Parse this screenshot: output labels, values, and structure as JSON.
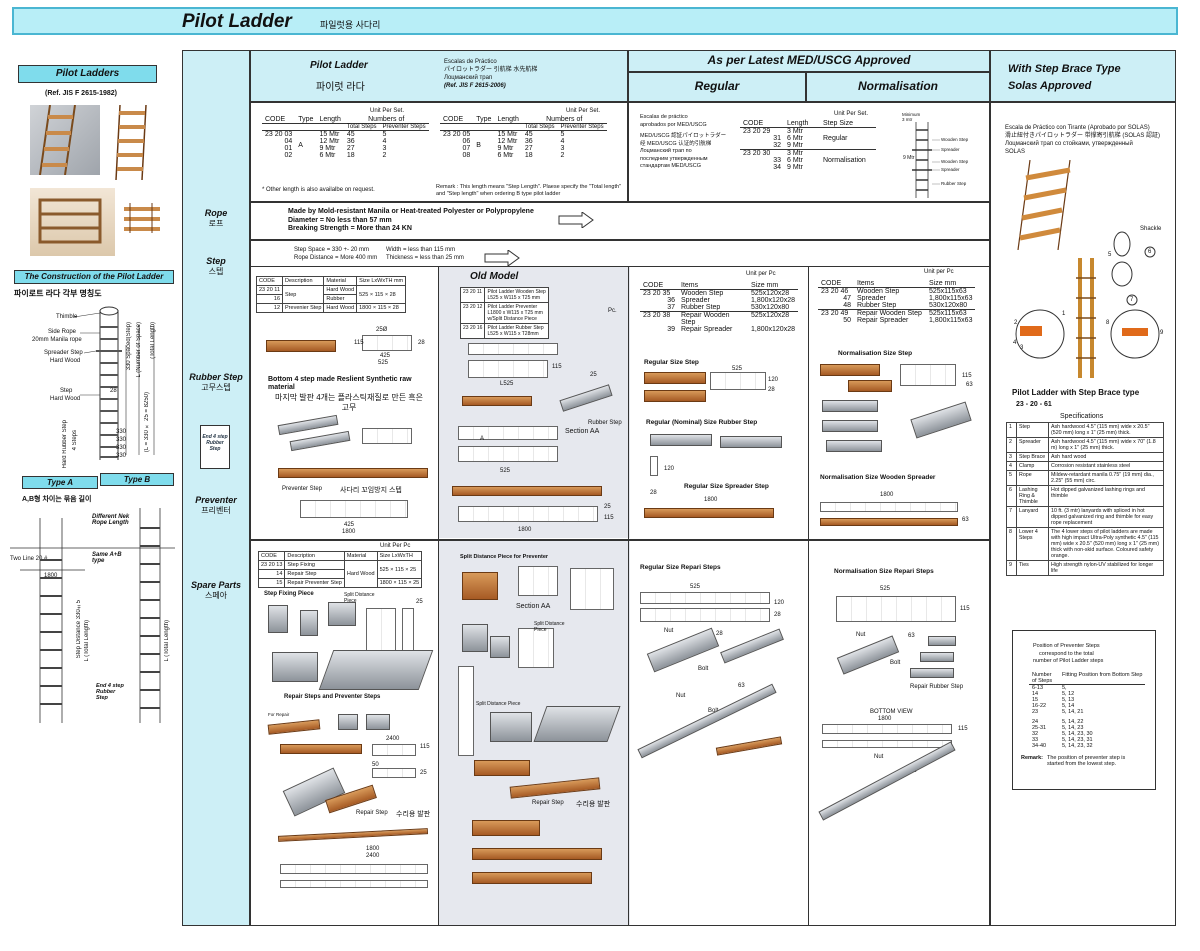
{
  "header": {
    "title": "Pilot Ladder",
    "title_kr": "파일럿용 사다리"
  },
  "left": {
    "section_label": "Pilot Ladders",
    "ref": "(Ref. JIS F 2615-1982)",
    "construction_label": "The Construction of the Pilot Ladder",
    "construction_kr": "파이로트 라다 각부 명칭도",
    "parts": [
      "Thimble",
      "Side Rope",
      "20mm Manila rope",
      "Spreader Step",
      "Hard Wood",
      "Step",
      "Hard Wood",
      "Hard Rubber Step",
      "4 Steps"
    ],
    "dims": [
      "28",
      "330",
      "330",
      "330",
      "330",
      "330 Spaced(Step)",
      "L (Number of Space)",
      "(L = 330 × 25 = 8250)",
      "(Total Length)"
    ],
    "type_a": "Type A",
    "type_b": "Type B",
    "type_diff_kr": "A,B형 차이는 묶음 길이",
    "diff_note": "Different Nek Rope Length",
    "same_note": "Same A+B type",
    "two_line": "Two Line 20 #",
    "end_note": "End 4 step Rubber Step",
    "step_distance": "Step Distance 330±5",
    "total_length": "L (Total Length)",
    "dim_1800": "1800"
  },
  "row_labels": [
    {
      "en": "Rope",
      "kr": "로프"
    },
    {
      "en": "Step",
      "kr": "스텝"
    },
    {
      "en": "Rubber Step",
      "kr": "고무스텝"
    },
    {
      "en": "Preventer",
      "kr": "프리벤터"
    },
    {
      "en": "Spare Parts",
      "kr": "스페아"
    }
  ],
  "col_jis": {
    "title": "Pilot Ladder",
    "title_kr": "파이럿 라다",
    "multilang": [
      "Escalas de Práctico",
      "パイロットラダー  引航梯  水先航梯",
      "Лоцманский трап"
    ],
    "ref": "(Ref. JIS F 2615-2006)",
    "unit": "Unit Per Set.",
    "headers": [
      "CODE",
      "Type",
      "Length",
      "Numbers of",
      "Total Steps",
      "Preventer Steps"
    ],
    "type_a_rows": [
      [
        "23 20 03",
        "15 Mtr",
        "45",
        "5"
      ],
      [
        "04",
        "12 Mtr",
        "36",
        "4"
      ],
      [
        "01",
        "9 Mtr",
        "27",
        "3"
      ],
      [
        "02",
        "6 Mtr",
        "18",
        "2"
      ]
    ],
    "type_a": "A",
    "type_b_rows": [
      [
        "23 20 05",
        "15 Mtr",
        "45",
        "5"
      ],
      [
        "06",
        "12 Mtr",
        "36",
        "4"
      ],
      [
        "07",
        "9 Mtr",
        "27",
        "3"
      ],
      [
        "08",
        "6 Mtr",
        "18",
        "2"
      ]
    ],
    "type_b": "B",
    "note_a": "* Other length is also availalbe on request.",
    "note_b": "Remark : This length means \"Step Length\". Plaese specify the \"Total length\" and \"Step length\" when ordering B type pilot ladder"
  },
  "col_med": {
    "title": "As per Latest MED/USCG Approved",
    "regular": "Regular",
    "normalisation": "Normalisation",
    "multilang": [
      "Escalas de práctico",
      "aprobados por MED/USCG",
      "MED/USCG 認証パイロットラダー",
      "经 MED/USCG 认证的引航梯",
      "Лоцманский трап по",
      "последним утвержденным",
      "стандартам MED/USCG"
    ],
    "unit": "Unit Per Set.",
    "headers": [
      "CODE",
      "Length",
      "Step Size"
    ],
    "rows": [
      [
        "23 20 29",
        "3 Mtr"
      ],
      [
        "31",
        "6 Mtr"
      ],
      [
        "32",
        "9 Mtr"
      ],
      [
        "23 20 30",
        "3 Mtr"
      ],
      [
        "33",
        "6 Mtr"
      ],
      [
        "34",
        "9 Mtr"
      ]
    ],
    "size_regular": "Regular",
    "size_norm": "Normalisation",
    "diagram": [
      "Minimum 3 mtr",
      "Wooden Step",
      "Spreader",
      "Wooden Step",
      "Spreader",
      "Rubber Step",
      "9 Mtr"
    ]
  },
  "col_brace": {
    "title1": "With Step Brace Type",
    "title2": "Solas Approved",
    "multilang": [
      "Escala de Práctico con Tirante (Aprobado por SOLAS)",
      "滑止紐付きパイロットラダー  带撑寄引航梯 (SOLAS 認証)",
      "Лоцманский трап со стойками, утвержденный",
      "SOLAS"
    ],
    "shackle": "Shackle",
    "callouts": [
      "1",
      "2",
      "3",
      "4",
      "5",
      "6",
      "7",
      "8",
      "9"
    ],
    "subtitle": "Pilot Ladder with Step Brace type",
    "code": "23 - 20 - 61",
    "spec_title": "Specifications",
    "specs": [
      [
        "1",
        "Step",
        "Ash hardwood 4.5\" (115 mm) wide x 20.5\" (520 mm) long x 1\" (25 mm) thick."
      ],
      [
        "2",
        "Spreader",
        "Ash hardwood 4.5\" (115 mm) wide x 70\" (1.8 m) long x 1\" (25 mm) thick."
      ],
      [
        "3",
        "Step Brace",
        "Ash hard wood"
      ],
      [
        "4",
        "Clamp",
        "Corrosion resistant stainless steel"
      ],
      [
        "5",
        "Rope",
        "Mildew-retardant manila 0.75\" (19 mm) dia., 2.25\" (55 mm) circ."
      ],
      [
        "6",
        "Lashing Ring & Thimble",
        "Hot dipped galvanized lashing rings and thimble"
      ],
      [
        "7",
        "Lanyard",
        "10 ft. (3 mtr) lanyards with spliced in hot dipped galvanized ring and thimble for easy rope replacement"
      ],
      [
        "8",
        "Lower 4 Steps",
        "The 4 lower steps of pilot ladders are made with high impact Ultra-Poly synthetic 4.5\" (115 mm) wide x 20.5\" (520 mm) long x 1\" (25 mm) thick with non-skid surface. Coloured safety orange."
      ],
      [
        "9",
        "Ties",
        "High strength nylon-UV stabilized for longer life"
      ]
    ],
    "prev_title": [
      "Position of Preventer Steps",
      "correspond to the total",
      "number of Pilot Ladder steps"
    ],
    "prev_headers": [
      "Number of Steps",
      "Fitting Position from Bottom Step"
    ],
    "prev_rows": [
      [
        "6-13",
        "5,"
      ],
      [
        "14",
        "5,  12"
      ],
      [
        "15",
        "5,  13"
      ],
      [
        "16-22",
        "5,  14"
      ],
      [
        "23",
        "5,  14,  21"
      ],
      [
        "24",
        "5,  14,  22"
      ],
      [
        "25-31",
        "5,  14,  23"
      ],
      [
        "32",
        "5,  14,  23,  30"
      ],
      [
        "33",
        "5,  14,  23,  31"
      ],
      [
        "34-40",
        "5,  14,  23,  32"
      ]
    ],
    "remark_label": "Remark:",
    "remark": "The position of preventer step is started from the lowest step."
  },
  "rope": {
    "lines": [
      "Made by Mold-resistant Manila or Heat-treated Polyester or Polypropylene",
      "Diameter = No less than 57 mm",
      "Breaking Strength = More than 24 KN"
    ]
  },
  "step_spec": {
    "l1": "Step Space = 330 +- 20 mm",
    "l2": "Rope Distance = More 400 mm",
    "l3": "Width = less than 115 mm",
    "l4": "Thickness = less than 25 mm"
  },
  "jis_step": {
    "headers": [
      "CODE",
      "Description",
      "Material",
      "Size LxWxTH mm"
    ],
    "rows": [
      [
        "23 20 11",
        "Step",
        "Hard Wood",
        "525 × 115 × 28"
      ],
      [
        "16",
        "",
        "Rubber",
        ""
      ],
      [
        "12",
        "Prevenier Step",
        "Hard Wood",
        "1800 × 115 × 28"
      ]
    ],
    "dims": [
      "25Ø",
      "115",
      "425",
      "525",
      "28",
      "1800"
    ],
    "rubber_note": "Bottom 4 step made Reslient Synthetic raw material",
    "rubber_kr": "마지막 발판 4개는 플라스틱재질로 만든 흑은 고무",
    "end_note": "End 4 step Rubber Step",
    "prev_step": "Preventer Step",
    "prev_kr": "사다리 꼬임방지 스텝"
  },
  "old_model": {
    "title": "Old Model",
    "rows": [
      [
        "23 20 11",
        "Pilot Ladder Wooden Step",
        "L525 x W115 x T25 mm"
      ],
      [
        "23 20 12",
        "Pilot Ladder Preventer",
        "L1800 x W115 x T25 mm",
        "w/Split Distance Piece"
      ],
      [
        "23 20 16",
        "Pilot Ladder Rubber Step",
        "L525 x W115 x T28mm"
      ]
    ],
    "unit": "Pc.",
    "dims": [
      "L525",
      "115",
      "25",
      "115"
    ],
    "rubber_step": "Rubber Step",
    "section": "Section AA",
    "a_mark": "A",
    "dim525": "525",
    "dim1800": "1800",
    "dim25": "25",
    "dim115": "115"
  },
  "med_step": {
    "unit": "Unit per Pc",
    "headers": [
      "CODE",
      "Items",
      "Size mm"
    ],
    "rows": [
      [
        "23 20 35",
        "Wooden Step",
        "525x120x28"
      ],
      [
        "36",
        "Spreader",
        "1,800x120x28"
      ],
      [
        "37",
        "Rubber Step",
        "530x120x80"
      ],
      [
        "23 20 38",
        "Repair Wooden Step",
        "525x120x28"
      ],
      [
        "39",
        "Repair Spreader",
        "1,800x120x28"
      ]
    ],
    "regular_size_step": "Regular Size Step",
    "rubber_step": "Regular (Nominal) Size Rubber Step",
    "spreader_step": "Regular Size Spreader Step",
    "dims": [
      "525",
      "120",
      "28",
      "1800"
    ]
  },
  "norm_step": {
    "unit": "Unit per Pc",
    "headers": [
      "CODE",
      "Items",
      "Size mm"
    ],
    "rows": [
      [
        "23 20 46",
        "Wooden Step",
        "525x115x63"
      ],
      [
        "47",
        "Spreader",
        "1,800x115x63"
      ],
      [
        "48",
        "Rubber Step",
        "530x120x80"
      ],
      [
        "23 20 49",
        "Repair Wooden Step",
        "525x115x63"
      ],
      [
        "50",
        "Repair Spreader",
        "1,800x115x63"
      ]
    ],
    "norm_size_step": "Normalisation Size Step",
    "spreader": "Normalisation Size Wooden Spreader",
    "dims": [
      "115",
      "63",
      "1800"
    ]
  },
  "spare": {
    "unit": "Unit Per Pc",
    "headers": [
      "CODE",
      "Description",
      "Material",
      "Size LxWxTH"
    ],
    "rows": [
      [
        "23 20 13",
        "Step Fixing",
        "525 × 115 × 25"
      ],
      [
        "14",
        "Repair Step",
        ""
      ],
      [
        "15",
        "Repair Preventer Step",
        "1800 × 115 × 25"
      ]
    ],
    "material": "Hard Wood",
    "fixing": "Step Fixing Piece",
    "split": "Split Distance Piece",
    "repair_prev": "Repair Steps and Preventer Steps",
    "repair_step": "Repair Step",
    "repair_kr": "수리용 발판",
    "for_repair": "For Repair",
    "dims": [
      "25",
      "2400",
      "115",
      "50",
      "25",
      "1800",
      "2400"
    ]
  },
  "spare_old": {
    "split": "Split Distance Piece for Preventer",
    "section": "Section AA",
    "split2": "Split Distance Piece",
    "repair_step": "Repair Step",
    "repair_kr": "수리용 발판"
  },
  "spare_med": {
    "title": "Regular Size Repari Steps",
    "dims": [
      "525",
      "120",
      "28",
      "63"
    ],
    "nut": "Nut",
    "bolt": "Bolt"
  },
  "spare_norm": {
    "title": "Normalisation Size Repari Steps",
    "dims": [
      "525",
      "115",
      "63",
      "1800",
      "115"
    ],
    "nut": "Nut",
    "bolt": "Bolt",
    "rubber": "Repair Rubber Step",
    "bottom": "BOTTOM VIEW"
  }
}
